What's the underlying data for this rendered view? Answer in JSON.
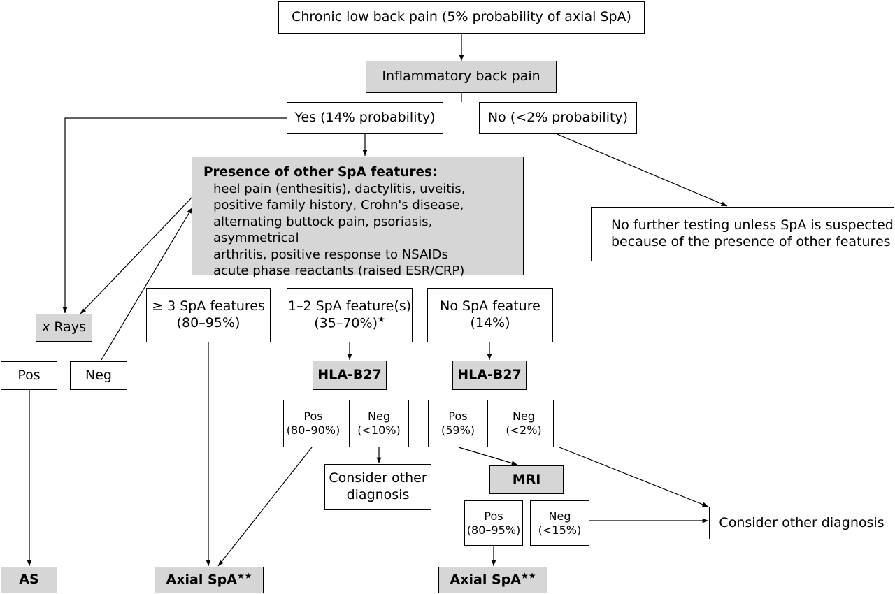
{
  "nodes": {
    "chronic": "Chronic low back pain (5% probability of axial SpA)",
    "ibp": "Inflammatory back pain",
    "yes": "Yes (14% probability)",
    "no": "No (<2% probability)",
    "features_title": "Presence of other SpA features:",
    "features_lines": [
      "heel pain (enthesitis), dactylitis, uveitis,",
      "positive family history, Crohn's disease,",
      "alternating buttock pain, psoriasis, asymmetrical",
      "arthritis, positive response to NSAIDs",
      "acute phase reactants (raised ESR/CRP)"
    ],
    "no_further_line1": "No further testing unless SpA is suspected",
    "no_further_line2": "because of the presence of other features",
    "xrays_x": "x",
    "xrays_rest": " Rays",
    "ge3_line1": "≥ 3 SpA features",
    "ge3_line2": "(80–95%)",
    "f12_line1": "1–2 SpA feature(s)",
    "f12_line2": "(35–70%)",
    "f12_star": "★",
    "nofeat_line1": "No SpA feature",
    "nofeat_line2": "(14%)",
    "xray_pos": "Pos",
    "xray_neg": "Neg",
    "hla1": "HLA-B27",
    "hla2": "HLA-B27",
    "hla1_pos_line1": "Pos",
    "hla1_pos_line2": "(80–90%)",
    "hla1_neg_line1": "Neg",
    "hla1_neg_line2": "(<10%)",
    "consider1_line1": "Consider other",
    "consider1_line2": "diagnosis",
    "hla2_pos_line1": "Pos",
    "hla2_pos_line2": "(59%)",
    "hla2_neg_line1": "Neg",
    "hla2_neg_line2": "(<2%)",
    "mri": "MRI",
    "mri_pos_line1": "Pos",
    "mri_pos_line2": "(80–95%)",
    "mri_neg_line1": "Neg",
    "mri_neg_line2": "(<15%)",
    "consider2": "Consider other diagnosis",
    "as": "AS",
    "axial1": "Axial SpA",
    "axial1_stars": "★★",
    "axial2": "Axial SpA",
    "axial2_stars": "★★"
  },
  "colors": {
    "highlight_fill": "#d6d6d6",
    "plain_fill": "#ffffff",
    "line": "#000000"
  }
}
